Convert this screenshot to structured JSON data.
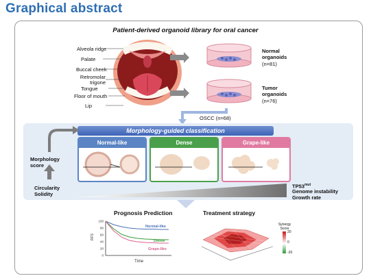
{
  "header": {
    "title": "Graphical abstract"
  },
  "library": {
    "title": "Patient-derived organoid library for oral cancer",
    "anatomy_labels": [
      "Alveola ridge",
      "Palate",
      "Buccal cheek",
      "Retromolar trigone",
      "Tongue",
      "Floor of mouth",
      "Lip"
    ],
    "normal": {
      "label": "Normal organoids",
      "count": "(n=81)"
    },
    "tumor": {
      "label": "Tumor organoids",
      "count": "(n=76)"
    },
    "oscc": "OSCC (n=68)"
  },
  "classification": {
    "title": "Morphology-guided classification",
    "classes": [
      {
        "label": "Normal-like",
        "color": "#5b84c4"
      },
      {
        "label": "Dense",
        "color": "#4aa04a"
      },
      {
        "label": "Grape-like",
        "color": "#e07aa0"
      }
    ],
    "left_axis": "Morphology score",
    "left_features": "Circularity Solidity",
    "right_features": [
      "TP53",
      "mut",
      "Genome instability",
      "Growth rate"
    ]
  },
  "prognosis": {
    "title": "Prognosis Prediction",
    "ylabel": "RFS",
    "xlabel": "Time",
    "yticks": [
      "100",
      "80",
      "60",
      "40",
      "20",
      "0"
    ],
    "legend": [
      "Normal-like",
      "Dense",
      "Grape-like"
    ]
  },
  "treatment": {
    "title": "Treatment strategy",
    "colorbar_title": "Synergy Score",
    "colorbar_ticks": [
      "20",
      "0",
      "-20"
    ]
  },
  "chart_data": {
    "type": "line",
    "title": "Prognosis Prediction",
    "xlabel": "Time",
    "ylabel": "RFS",
    "ylim": [
      0,
      100
    ],
    "x": [
      0,
      1,
      2,
      3,
      4,
      5,
      6,
      7,
      8
    ],
    "series": [
      {
        "name": "Normal-like",
        "values": [
          100,
          90,
          84,
          80,
          78,
          77,
          77,
          76,
          76
        ],
        "color": "#4a6fb8"
      },
      {
        "name": "Dense",
        "values": [
          100,
          78,
          62,
          54,
          50,
          48,
          47,
          46,
          46
        ],
        "color": "#3a9a3a"
      },
      {
        "name": "Grape-like",
        "values": [
          100,
          72,
          54,
          44,
          40,
          38,
          37,
          36,
          36
        ],
        "color": "#d9608f"
      }
    ]
  }
}
